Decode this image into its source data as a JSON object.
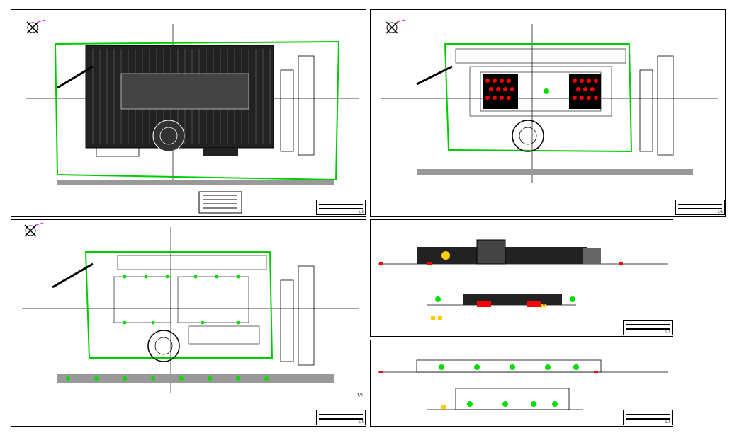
{
  "sheets": [
    {
      "id": "site-plan-roof",
      "scale": "1/5"
    },
    {
      "id": "site-plan-ground",
      "scale": "1/5"
    },
    {
      "id": "site-plan-parking",
      "scale": "1/5",
      "sheet_no": "1/5"
    },
    {
      "id": "front-elevations",
      "scale": "1/5"
    },
    {
      "id": "side-elevations",
      "scale": "1/5"
    }
  ],
  "brand_mark": "M",
  "colors": {
    "line": "#000000",
    "boundary": "#00cc00",
    "trees": "#00dd00",
    "seating": "#ff0000",
    "accent_yellow": "#ffcc00",
    "accent_magenta": "#ff00ff"
  },
  "icons": [
    "north-arrow-icon",
    "tree-icon"
  ]
}
